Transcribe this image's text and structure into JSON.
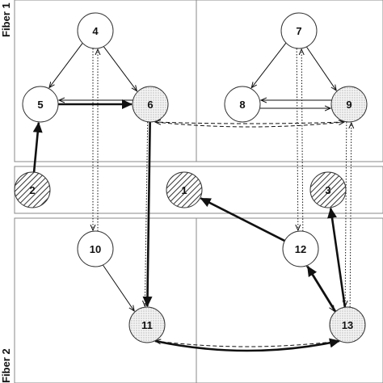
{
  "side_labels": {
    "top": "Fiber 1",
    "bottom": "Fiber 2"
  },
  "nodes": [
    {
      "id": "4",
      "label": "4",
      "fill": "plain"
    },
    {
      "id": "5",
      "label": "5",
      "fill": "plain"
    },
    {
      "id": "6",
      "label": "6",
      "fill": "dotted"
    },
    {
      "id": "7",
      "label": "7",
      "fill": "plain"
    },
    {
      "id": "8",
      "label": "8",
      "fill": "plain"
    },
    {
      "id": "9",
      "label": "9",
      "fill": "dotted"
    },
    {
      "id": "2",
      "label": "2",
      "fill": "hatched"
    },
    {
      "id": "1",
      "label": "1",
      "fill": "hatched"
    },
    {
      "id": "3",
      "label": "3",
      "fill": "hatched"
    },
    {
      "id": "10",
      "label": "10",
      "fill": "plain"
    },
    {
      "id": "12",
      "label": "12",
      "fill": "plain"
    },
    {
      "id": "11",
      "label": "11",
      "fill": "dotted"
    },
    {
      "id": "13",
      "label": "13",
      "fill": "dotted"
    }
  ],
  "edges": [
    {
      "from": "4",
      "to": "5",
      "style": "double-thin"
    },
    {
      "from": "4",
      "to": "6",
      "style": "double-thin"
    },
    {
      "from": "5",
      "to": "6",
      "style": "thick"
    },
    {
      "from": "6",
      "to": "5",
      "style": "thin"
    },
    {
      "from": "7",
      "to": "8",
      "style": "double-thin"
    },
    {
      "from": "7",
      "to": "9",
      "style": "double-thin"
    },
    {
      "from": "8",
      "to": "9",
      "style": "thin"
    },
    {
      "from": "9",
      "to": "8",
      "style": "thin"
    },
    {
      "from": "2",
      "to": "5",
      "style": "thick"
    },
    {
      "from": "6",
      "to": "11",
      "style": "thick"
    },
    {
      "from": "12",
      "to": "1",
      "style": "thick"
    },
    {
      "from": "13",
      "to": "3",
      "style": "thick"
    },
    {
      "from": "13",
      "to": "12",
      "style": "thick"
    },
    {
      "from": "12",
      "to": "13",
      "style": "thin"
    },
    {
      "from": "10",
      "to": "11",
      "style": "double-thin"
    },
    {
      "from": "11",
      "to": "13",
      "style": "thick-curve"
    },
    {
      "from": "13",
      "to": "11",
      "style": "dashed-curve"
    },
    {
      "from": "9",
      "to": "6",
      "style": "dashed-curve"
    },
    {
      "from": "6",
      "to": "9",
      "style": "dashed-curve"
    },
    {
      "from": "4",
      "to": "10",
      "style": "dotted"
    },
    {
      "from": "10",
      "to": "4",
      "style": "dotted"
    },
    {
      "from": "6",
      "to": "11",
      "style": "dotted"
    },
    {
      "from": "7",
      "to": "12",
      "style": "dotted"
    },
    {
      "from": "12",
      "to": "7",
      "style": "dotted"
    },
    {
      "from": "9",
      "to": "13",
      "style": "dotted"
    },
    {
      "from": "13",
      "to": "9",
      "style": "dotted"
    }
  ]
}
